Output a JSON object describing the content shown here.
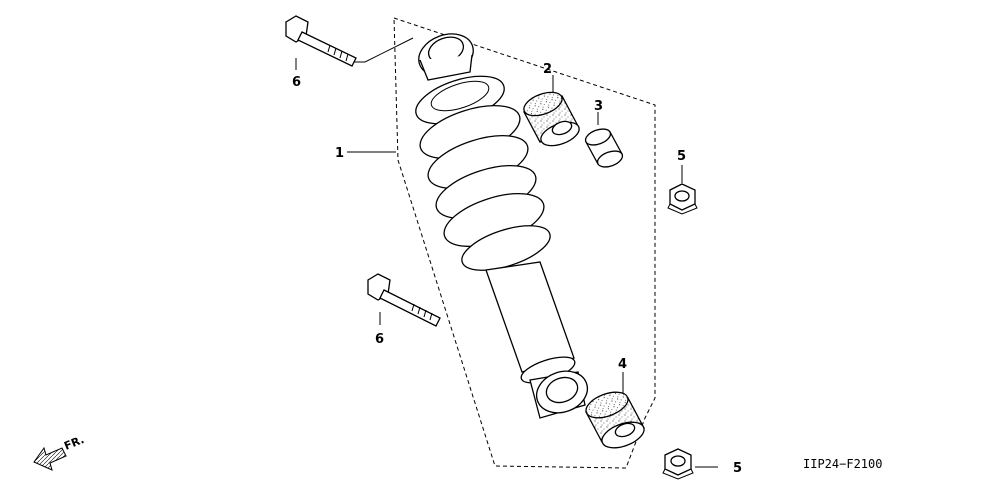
{
  "callouts": {
    "c1": "1",
    "c2": "2",
    "c3": "3",
    "c4": "4",
    "c5_top": "5",
    "c5_bottom": "5",
    "c6_top": "6",
    "c6_bottom": "6"
  },
  "diagram_code": "IIP24−F2100",
  "orientation_label": "FR."
}
